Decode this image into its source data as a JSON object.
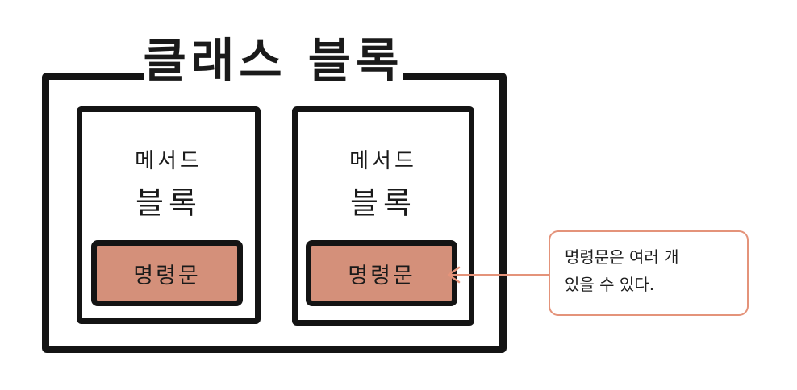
{
  "diagram": {
    "class_block": {
      "title": "클래스 블록"
    },
    "method_blocks": [
      {
        "label_line1": "메서드",
        "label_line2": "블록",
        "statement": "명령문"
      },
      {
        "label_line1": "메서드",
        "label_line2": "블록",
        "statement": "명령문"
      }
    ],
    "callout": {
      "line1": "명령문은 여러 개",
      "line2": "있을 수 있다."
    },
    "colors": {
      "stroke": "#141414",
      "statement_fill": "#d4907a",
      "callout_border": "#e4937a",
      "arrow": "#e4937a"
    }
  }
}
